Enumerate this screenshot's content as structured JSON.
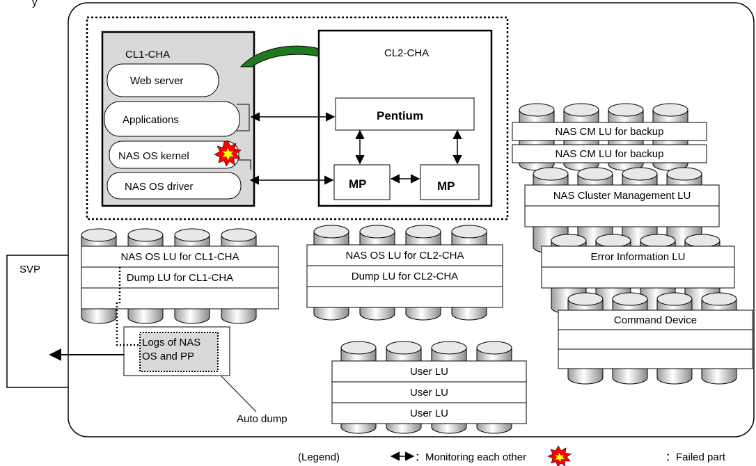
{
  "colors": {
    "stroke": "#000000",
    "cha_fill": "#d9d9d9",
    "arrow_green": "#1f7a1f",
    "burst_red": "#ff0000",
    "burst_yellow": "#ffff00"
  },
  "system": {
    "top_text": "y"
  },
  "cl1": {
    "title": "CL1-CHA",
    "modules": [
      "Web server",
      "Applications",
      "NAS OS kernel",
      "NAS OS driver"
    ]
  },
  "cl2": {
    "title": "CL2-CHA",
    "processor": "Pentium",
    "mp_left": "MP",
    "mp_right": "MP"
  },
  "svp": {
    "label": "SVP"
  },
  "lu_groups": {
    "cl1": [
      "NAS OS LU for CL1-CHA",
      "Dump LU for CL1-CHA",
      ""
    ],
    "cl2": [
      "NAS OS LU for CL2-CHA",
      "Dump LU for CL2-CHA",
      ""
    ],
    "cm": [
      "NAS CM LU for backup",
      "NAS CM LU for backup"
    ],
    "cluster": [
      "NAS Cluster Management LU",
      ""
    ],
    "error": [
      "Error Information LU",
      ""
    ],
    "command": [
      "Command Device",
      "",
      ""
    ],
    "user": [
      "User LU",
      "User LU",
      "User LU"
    ]
  },
  "logs": {
    "line1": "Logs of NAS",
    "line2": "OS and PP"
  },
  "auto_dump": "Auto dump",
  "legend": {
    "title": "(Legend)",
    "monitoring": "：Monitoring each other",
    "failed": "：Failed part"
  },
  "icons": [
    "double-arrow-icon",
    "failure-burst-icon",
    "green-curved-arrow-icon",
    "cylinder-disk-icon"
  ]
}
